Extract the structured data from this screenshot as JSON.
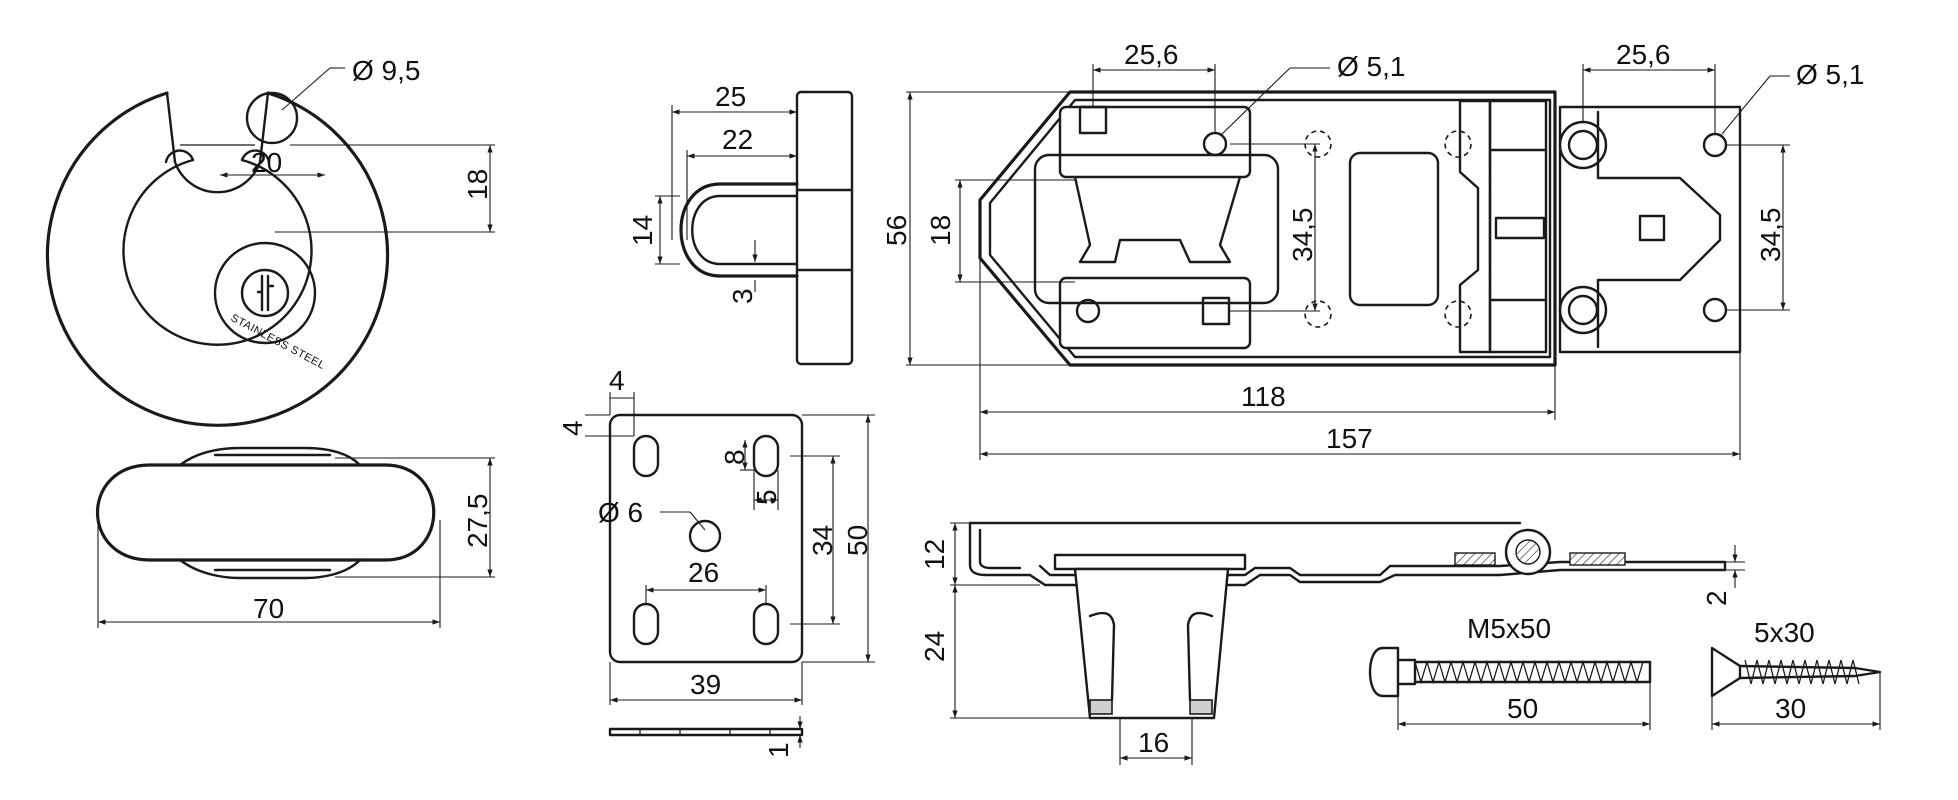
{
  "padlock": {
    "shackle_diameter": "Ø 9,5",
    "opening_width": "20",
    "opening_depth": "18",
    "body_diameter": "70",
    "body_thickness": "27,5",
    "engraving": "STAINLESS STEEL"
  },
  "staple": {
    "outer_length": "25",
    "inner_length": "22",
    "loop_height": "14",
    "wire": "3"
  },
  "staple_plate": {
    "hole_offset_x": "4",
    "hole_offset_y": "4",
    "slot_length": "8",
    "slot_width": "5",
    "center_hole": "Ø 6",
    "slot_spacing": "26",
    "hole_spacing_vertical": "34",
    "height": "50",
    "width": "39",
    "thickness": "1"
  },
  "hasp": {
    "hole_spacing_left": "25,6",
    "hole_diameter_left": "Ø 5,1",
    "hole_spacing_right": "25,6",
    "hole_diameter_right": "Ø 5,1",
    "height": "56",
    "slot_height": "18",
    "hole_spacing_vertical_left": "34,5",
    "hole_spacing_vertical_right": "34,5",
    "hinge_length": "118",
    "overall_length": "157"
  },
  "hasp_side": {
    "height": "12",
    "thickness": "2",
    "staple_height": "24",
    "staple_base": "16"
  },
  "fasteners": {
    "bolt_name": "M5x50",
    "bolt_length": "50",
    "screw_name": "5x30",
    "screw_length": "30"
  }
}
